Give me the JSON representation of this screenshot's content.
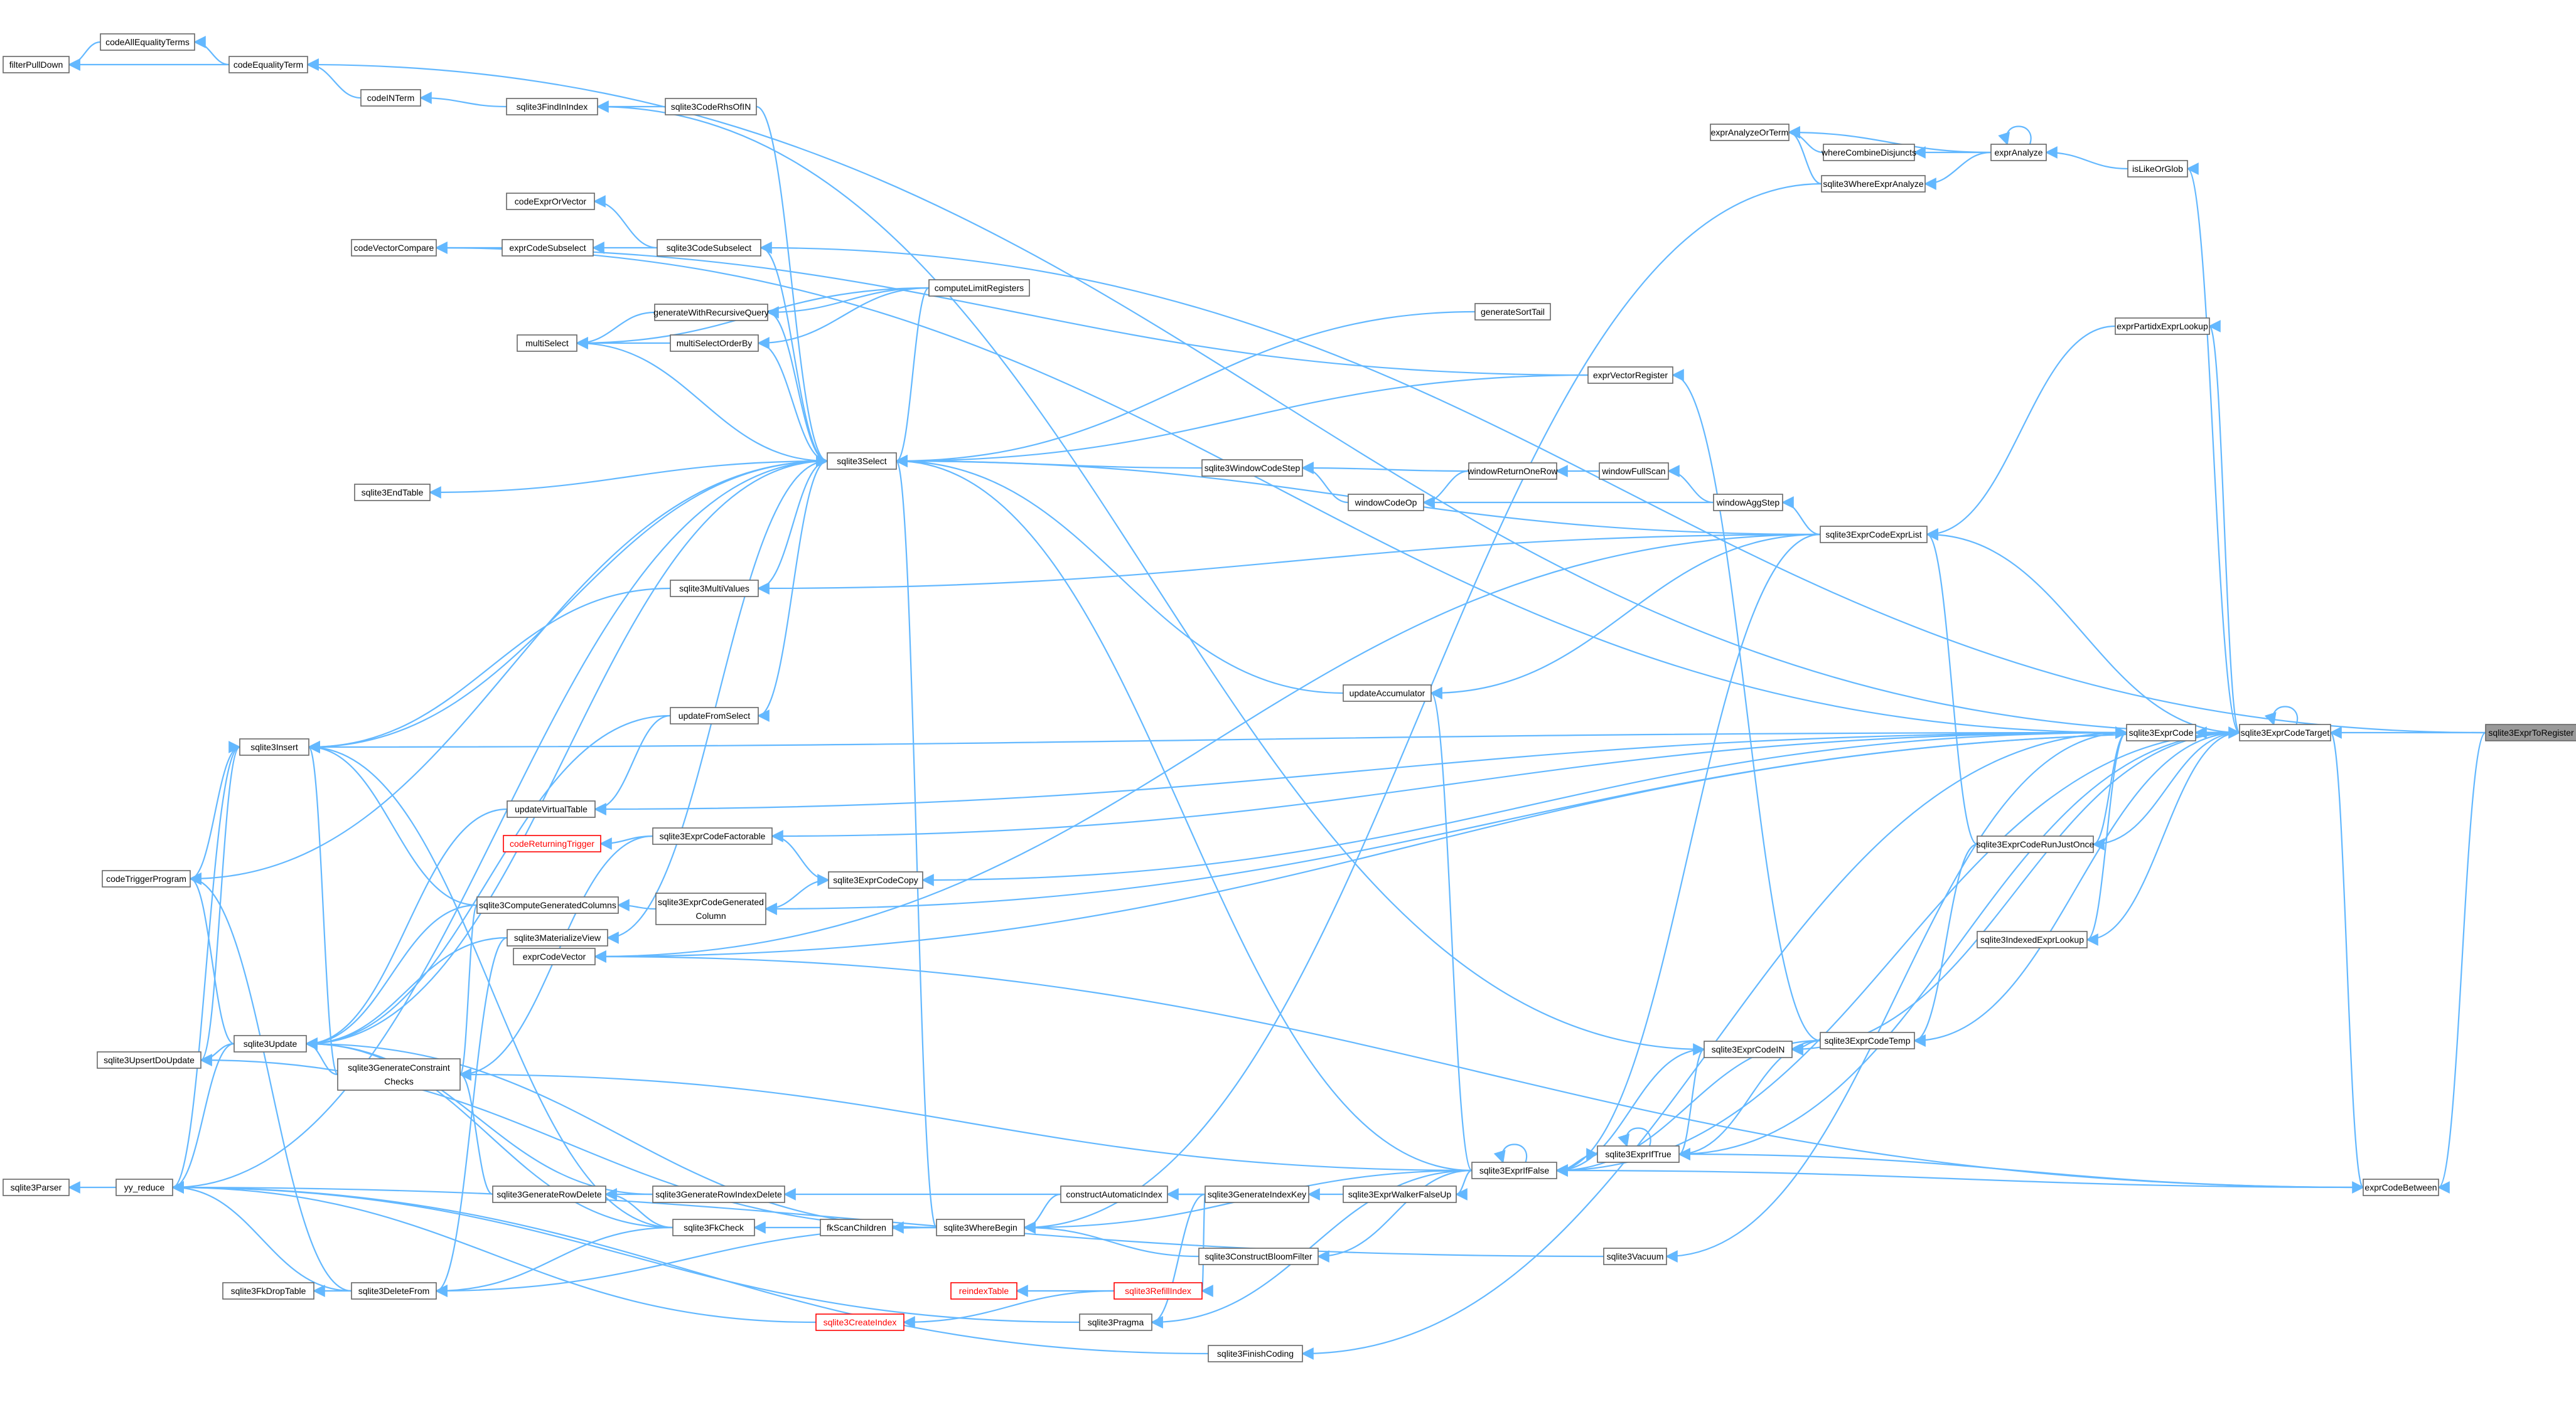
{
  "graph": {
    "colors": {
      "edge": "#63b8ff",
      "node_border": "#666666",
      "node_fill": "#ffffff",
      "root_fill": "#999999",
      "incomplete_border": "#ff0000"
    },
    "nodes": [
      {
        "id": "sqlite3ExprToRegister",
        "label": "sqlite3ExprToRegister",
        "style": "root"
      },
      {
        "id": "sqlite3ExprCodeTarget",
        "label": "sqlite3ExprCodeTarget"
      },
      {
        "id": "exprCodeBetween",
        "label": "exprCodeBetween"
      },
      {
        "id": "sqlite3ExprCode",
        "label": "sqlite3ExprCode"
      },
      {
        "id": "isLikeOrGlob",
        "label": "isLikeOrGlob"
      },
      {
        "id": "exprAnalyze",
        "label": "exprAnalyze"
      },
      {
        "id": "exprAnalyzeOrTerm",
        "label": "exprAnalyzeOrTerm"
      },
      {
        "id": "whereCombineDisjuncts",
        "label": "whereCombineDisjuncts"
      },
      {
        "id": "sqlite3WhereExprAnalyze",
        "label": "sqlite3WhereExprAnalyze"
      },
      {
        "id": "exprPartidxExprLookup",
        "label": "exprPartidxExprLookup"
      },
      {
        "id": "sqlite3ExprCodeRunJustOnce",
        "label": "sqlite3ExprCodeRunJustOnce"
      },
      {
        "id": "sqlite3IndexedExprLookup",
        "label": "sqlite3IndexedExprLookup"
      },
      {
        "id": "sqlite3ExprCodeTemp",
        "label": "sqlite3ExprCodeTemp"
      },
      {
        "id": "sqlite3ExprCodeIN",
        "label": "sqlite3ExprCodeIN"
      },
      {
        "id": "sqlite3ExprIfTrue",
        "label": "sqlite3ExprIfTrue"
      },
      {
        "id": "sqlite3ExprIfFalse",
        "label": "sqlite3ExprIfFalse"
      },
      {
        "id": "sqlite3Vacuum",
        "label": "sqlite3Vacuum"
      },
      {
        "id": "sqlite3ExprCodeExprList",
        "label": "sqlite3ExprCodeExprList"
      },
      {
        "id": "windowAggStep",
        "label": "windowAggStep"
      },
      {
        "id": "windowFullScan",
        "label": "windowFullScan"
      },
      {
        "id": "windowReturnOneRow",
        "label": "windowReturnOneRow"
      },
      {
        "id": "windowCodeOp",
        "label": "windowCodeOp"
      },
      {
        "id": "sqlite3WindowCodeStep",
        "label": "sqlite3WindowCodeStep"
      },
      {
        "id": "generateSortTail",
        "label": "generateSortTail"
      },
      {
        "id": "exprVectorRegister",
        "label": "exprVectorRegister"
      },
      {
        "id": "updateAccumulator",
        "label": "updateAccumulator"
      },
      {
        "id": "sqlite3Select",
        "label": "sqlite3Select"
      },
      {
        "id": "computeLimitRegisters",
        "label": "computeLimitRegisters"
      },
      {
        "id": "generateWithRecursiveQuery",
        "label": "generateWithRecursiveQuery"
      },
      {
        "id": "multiSelectOrderBy",
        "label": "multiSelectOrderBy"
      },
      {
        "id": "multiSelect",
        "label": "multiSelect"
      },
      {
        "id": "sqlite3CodeRhsOfIN",
        "label": "sqlite3CodeRhsOfIN"
      },
      {
        "id": "sqlite3FindInIndex",
        "label": "sqlite3FindInIndex"
      },
      {
        "id": "codeINTerm",
        "label": "codeINTerm"
      },
      {
        "id": "codeEqualityTerm",
        "label": "codeEqualityTerm"
      },
      {
        "id": "codeAllEqualityTerms",
        "label": "codeAllEqualityTerms"
      },
      {
        "id": "filterPullDown",
        "label": "filterPullDown"
      },
      {
        "id": "codeExprOrVector",
        "label": "codeExprOrVector"
      },
      {
        "id": "sqlite3CodeSubselect",
        "label": "sqlite3CodeSubselect"
      },
      {
        "id": "exprCodeSubselect",
        "label": "exprCodeSubselect"
      },
      {
        "id": "codeVectorCompare",
        "label": "codeVectorCompare"
      },
      {
        "id": "sqlite3EndTable",
        "label": "sqlite3EndTable"
      },
      {
        "id": "sqlite3MultiValues",
        "label": "sqlite3MultiValues"
      },
      {
        "id": "updateFromSelect",
        "label": "updateFromSelect"
      },
      {
        "id": "sqlite3Insert",
        "label": "sqlite3Insert"
      },
      {
        "id": "updateVirtualTable",
        "label": "updateVirtualTable"
      },
      {
        "id": "codeReturningTrigger",
        "label": "codeReturningTrigger",
        "style": "red"
      },
      {
        "id": "sqlite3ExprCodeFactorable",
        "label": "sqlite3ExprCodeFactorable"
      },
      {
        "id": "sqlite3ExprCodeCopy",
        "label": "sqlite3ExprCodeCopy"
      },
      {
        "id": "sqlite3ComputeGeneratedColumns",
        "label": "sqlite3ComputeGeneratedColumns"
      },
      {
        "id": "sqlite3ExprCodeGeneratedColumn",
        "label": "sqlite3ExprCodeGenerated",
        "label2": "Column"
      },
      {
        "id": "sqlite3MaterializeView",
        "label": "sqlite3MaterializeView"
      },
      {
        "id": "exprCodeVector",
        "label": "exprCodeVector"
      },
      {
        "id": "codeTriggerProgram",
        "label": "codeTriggerProgram"
      },
      {
        "id": "sqlite3Update",
        "label": "sqlite3Update"
      },
      {
        "id": "sqlite3UpsertDoUpdate",
        "label": "sqlite3UpsertDoUpdate"
      },
      {
        "id": "sqlite3GenerateConstraintChecks",
        "label": "sqlite3GenerateConstraint",
        "label2": "Checks"
      },
      {
        "id": "sqlite3Parser",
        "label": "sqlite3Parser"
      },
      {
        "id": "yy_reduce",
        "label": "yy_reduce"
      },
      {
        "id": "sqlite3GenerateRowDelete",
        "label": "sqlite3GenerateRowDelete"
      },
      {
        "id": "sqlite3GenerateRowIndexDelete",
        "label": "sqlite3GenerateRowIndexDelete"
      },
      {
        "id": "sqlite3FkCheck",
        "label": "sqlite3FkCheck"
      },
      {
        "id": "fkScanChildren",
        "label": "fkScanChildren"
      },
      {
        "id": "sqlite3WhereBegin",
        "label": "sqlite3WhereBegin"
      },
      {
        "id": "constructAutomaticIndex",
        "label": "constructAutomaticIndex"
      },
      {
        "id": "sqlite3GenerateIndexKey",
        "label": "sqlite3GenerateIndexKey"
      },
      {
        "id": "sqlite3ExprWalkerFalseUp",
        "label": "sqlite3ExprWalkerFalseUp"
      },
      {
        "id": "sqlite3ConstructBloomFilter",
        "label": "sqlite3ConstructBloomFilter"
      },
      {
        "id": "sqlite3DeleteFrom",
        "label": "sqlite3DeleteFrom"
      },
      {
        "id": "sqlite3FkDropTable",
        "label": "sqlite3FkDropTable"
      },
      {
        "id": "reindexTable",
        "label": "reindexTable",
        "style": "red"
      },
      {
        "id": "sqlite3RefillIndex",
        "label": "sqlite3RefillIndex",
        "style": "red"
      },
      {
        "id": "sqlite3CreateIndex",
        "label": "sqlite3CreateIndex",
        "style": "red"
      },
      {
        "id": "sqlite3Pragma",
        "label": "sqlite3Pragma"
      },
      {
        "id": "sqlite3FinishCoding",
        "label": "sqlite3FinishCoding"
      }
    ],
    "edges": [
      [
        "sqlite3ExprCodeTarget",
        "sqlite3ExprToRegister"
      ],
      [
        "exprCodeBetween",
        "sqlite3ExprToRegister"
      ],
      [
        "sqlite3CodeSubselect",
        "sqlite3ExprToRegister"
      ],
      [
        "sqlite3ExprCode",
        "sqlite3ExprCodeTarget"
      ],
      [
        "sqlite3ExprCodeTarget",
        "sqlite3ExprCodeTarget"
      ],
      [
        "exprCodeBetween",
        "sqlite3ExprCodeTarget"
      ],
      [
        "isLikeOrGlob",
        "sqlite3ExprCodeTarget"
      ],
      [
        "exprPartidxExprLookup",
        "sqlite3ExprCodeTarget"
      ],
      [
        "sqlite3ExprCodeTemp",
        "sqlite3ExprCodeTarget"
      ],
      [
        "sqlite3ExprCodeRunJustOnce",
        "sqlite3ExprCodeTarget"
      ],
      [
        "sqlite3IndexedExprLookup",
        "sqlite3ExprCodeTarget"
      ],
      [
        "sqlite3ExprCodeExprList",
        "sqlite3ExprCodeTarget"
      ],
      [
        "sqlite3ExprCodeIN",
        "sqlite3ExprCodeTarget"
      ],
      [
        "sqlite3ExprIfFalse",
        "sqlite3ExprCodeTarget"
      ],
      [
        "sqlite3ExprIfTrue",
        "sqlite3ExprCodeTarget"
      ],
      [
        "codeEqualityTerm",
        "sqlite3ExprCodeTarget"
      ],
      [
        "sqlite3ExprCodeGeneratedColumn",
        "sqlite3ExprCodeTarget"
      ],
      [
        "exprCodeVector",
        "sqlite3ExprCodeTarget"
      ],
      [
        "sqlite3ExprCodeTarget",
        "sqlite3ExprCode"
      ],
      [
        "sqlite3ExprIfTrue",
        "exprCodeBetween"
      ],
      [
        "sqlite3ExprIfFalse",
        "exprCodeBetween"
      ],
      [
        "exprCodeVector",
        "exprCodeBetween"
      ],
      [
        "exprAnalyze",
        "isLikeOrGlob"
      ],
      [
        "exprAnalyze",
        "exprAnalyze"
      ],
      [
        "exprAnalyzeOrTerm",
        "exprAnalyze"
      ],
      [
        "whereCombineDisjuncts",
        "exprAnalyze"
      ],
      [
        "sqlite3WhereExprAnalyze",
        "exprAnalyze"
      ],
      [
        "exprAnalyzeOrTerm",
        "whereCombineDisjuncts"
      ],
      [
        "exprAnalyzeOrTerm",
        "sqlite3WhereExprAnalyze"
      ],
      [
        "sqlite3WhereBegin",
        "sqlite3WhereExprAnalyze"
      ],
      [
        "sqlite3ExprCodeExprList",
        "exprPartidxExprLookup"
      ],
      [
        "sqlite3ExprCodeTemp",
        "sqlite3ExprCodeRunJustOnce"
      ],
      [
        "sqlite3ExprCodeExprList",
        "sqlite3ExprCodeRunJustOnce"
      ],
      [
        "sqlite3ExprCode",
        "sqlite3ExprCodeRunJustOnce"
      ],
      [
        "sqlite3ExprCode",
        "sqlite3IndexedExprLookup"
      ],
      [
        "sqlite3ExprCodeIN",
        "sqlite3ExprCodeTemp"
      ],
      [
        "sqlite3ExprIfTrue",
        "sqlite3ExprCodeTemp"
      ],
      [
        "sqlite3ExprIfFalse",
        "sqlite3ExprCodeTemp"
      ],
      [
        "exprVectorRegister",
        "sqlite3ExprCodeTemp"
      ],
      [
        "sqlite3ExprIfTrue",
        "sqlite3ExprCodeIN"
      ],
      [
        "sqlite3ExprIfFalse",
        "sqlite3ExprCodeIN"
      ],
      [
        "sqlite3ExprIfTrue",
        "sqlite3ExprIfTrue"
      ],
      [
        "sqlite3ExprIfFalse",
        "sqlite3ExprIfTrue"
      ],
      [
        "sqlite3ExprIfTrue",
        "sqlite3ExprIfFalse"
      ],
      [
        "sqlite3ExprIfFalse",
        "sqlite3ExprIfFalse"
      ],
      [
        "sqlite3Vacuum",
        "sqlite3ExprCode"
      ],
      [
        "sqlite3WhereBegin",
        "sqlite3ExprIfFalse"
      ],
      [
        "sqlite3ExprWalkerFalseUp",
        "sqlite3ExprIfFalse"
      ],
      [
        "sqlite3ConstructBloomFilter",
        "sqlite3ExprIfFalse"
      ],
      [
        "sqlite3GenerateConstraintChecks",
        "sqlite3ExprIfFalse"
      ],
      [
        "updateAccumulator",
        "sqlite3ExprIfFalse"
      ],
      [
        "sqlite3Select",
        "sqlite3ExprIfFalse"
      ],
      [
        "sqlite3Pragma",
        "sqlite3ExprIfFalse"
      ],
      [
        "sqlite3ExprIfFalse",
        "sqlite3ExprCodeExprList"
      ],
      [
        "windowAggStep",
        "sqlite3ExprCodeExprList"
      ],
      [
        "updateAccumulator",
        "sqlite3ExprCodeExprList"
      ],
      [
        "sqlite3Select",
        "sqlite3ExprCodeExprList"
      ],
      [
        "sqlite3MultiValues",
        "sqlite3ExprCodeExprList"
      ],
      [
        "windowFullScan",
        "windowAggStep"
      ],
      [
        "windowCodeOp",
        "windowAggStep"
      ],
      [
        "windowReturnOneRow",
        "windowFullScan"
      ],
      [
        "windowCodeOp",
        "windowReturnOneRow"
      ],
      [
        "sqlite3WindowCodeStep",
        "windowReturnOneRow"
      ],
      [
        "sqlite3WindowCodeStep",
        "windowCodeOp"
      ],
      [
        "sqlite3Select",
        "sqlite3WindowCodeStep"
      ],
      [
        "sqlite3Select",
        "generateSortTail"
      ],
      [
        "codeVectorCompare",
        "exprVectorRegister"
      ],
      [
        "sqlite3Select",
        "exprVectorRegister"
      ],
      [
        "sqlite3Select",
        "updateAccumulator"
      ],
      [
        "sqlite3Select",
        "computeLimitRegisters"
      ],
      [
        "generateWithRecursiveQuery",
        "computeLimitRegisters"
      ],
      [
        "multiSelectOrderBy",
        "computeLimitRegisters"
      ],
      [
        "multiSelect",
        "computeLimitRegisters"
      ],
      [
        "sqlite3Select",
        "generateWithRecursiveQuery"
      ],
      [
        "multiSelect",
        "generateWithRecursiveQuery"
      ],
      [
        "sqlite3Select",
        "multiSelectOrderBy"
      ],
      [
        "multiSelect",
        "multiSelectOrderBy"
      ],
      [
        "sqlite3Select",
        "multiSelect"
      ],
      [
        "sqlite3Select",
        "sqlite3CodeRhsOfIN"
      ],
      [
        "sqlite3FindInIndex",
        "sqlite3CodeRhsOfIN"
      ],
      [
        "codeINTerm",
        "sqlite3FindInIndex"
      ],
      [
        "sqlite3ExprCodeIN",
        "sqlite3FindInIndex"
      ],
      [
        "codeEqualityTerm",
        "codeINTerm"
      ],
      [
        "codeAllEqualityTerms",
        "codeEqualityTerm"
      ],
      [
        "filterPullDown",
        "codeEqualityTerm"
      ],
      [
        "filterPullDown",
        "codeAllEqualityTerms"
      ],
      [
        "codeExprOrVector",
        "sqlite3CodeSubselect"
      ],
      [
        "exprCodeSubselect",
        "sqlite3CodeSubselect"
      ],
      [
        "sqlite3Select",
        "sqlite3CodeSubselect"
      ],
      [
        "codeVectorCompare",
        "exprCodeSubselect"
      ],
      [
        "sqlite3ExprCode",
        "codeVectorCompare"
      ],
      [
        "sqlite3EndTable",
        "sqlite3Select"
      ],
      [
        "sqlite3MultiValues",
        "sqlite3Select"
      ],
      [
        "updateFromSelect",
        "sqlite3Select"
      ],
      [
        "sqlite3Insert",
        "sqlite3Select"
      ],
      [
        "sqlite3Update",
        "sqlite3Select"
      ],
      [
        "codeTriggerProgram",
        "sqlite3Select"
      ],
      [
        "yy_reduce",
        "sqlite3Select"
      ],
      [
        "sqlite3MaterializeView",
        "sqlite3Select"
      ],
      [
        "sqlite3Insert",
        "sqlite3MultiValues"
      ],
      [
        "updateVirtualTable",
        "updateFromSelect"
      ],
      [
        "sqlite3Update",
        "updateFromSelect"
      ],
      [
        "codeTriggerProgram",
        "sqlite3Insert"
      ],
      [
        "yy_reduce",
        "sqlite3Insert"
      ],
      [
        "sqlite3Insert",
        "sqlite3ExprCode"
      ],
      [
        "sqlite3Update",
        "updateVirtualTable"
      ],
      [
        "updateVirtualTable",
        "sqlite3ExprCode"
      ],
      [
        "codeReturningTrigger",
        "sqlite3ExprCodeFactorable"
      ],
      [
        "sqlite3GenerateConstraintChecks",
        "sqlite3ExprCodeFactorable"
      ],
      [
        "sqlite3ExprCodeFactorable",
        "sqlite3ExprCode"
      ],
      [
        "sqlite3ExprCodeCopy",
        "sqlite3ExprCode"
      ],
      [
        "sqlite3ComputeGeneratedColumns",
        "sqlite3ExprCodeGeneratedColumn"
      ],
      [
        "sqlite3Insert",
        "sqlite3ComputeGeneratedColumns"
      ],
      [
        "sqlite3Update",
        "sqlite3ComputeGeneratedColumns"
      ],
      [
        "sqlite3GenerateConstraintChecks",
        "sqlite3ComputeGeneratedColumns"
      ],
      [
        "sqlite3Update",
        "sqlite3MaterializeView"
      ],
      [
        "sqlite3DeleteFrom",
        "sqlite3MaterializeView"
      ],
      [
        "exprCodeVector",
        "sqlite3ExprCodeExprList"
      ],
      [
        "codeTriggerProgram",
        "sqlite3Update"
      ],
      [
        "yy_reduce",
        "sqlite3Update"
      ],
      [
        "sqlite3UpsertDoUpdate",
        "sqlite3Update"
      ],
      [
        "sqlite3Insert",
        "sqlite3UpsertDoUpdate"
      ],
      [
        "sqlite3Insert",
        "sqlite3GenerateConstraintChecks"
      ],
      [
        "sqlite3Update",
        "sqlite3GenerateConstraintChecks"
      ],
      [
        "sqlite3Parser",
        "yy_reduce"
      ],
      [
        "sqlite3GenerateRowDelete",
        "sqlite3GenerateRowIndexDelete"
      ],
      [
        "sqlite3GenerateConstraintChecks",
        "sqlite3GenerateRowDelete"
      ],
      [
        "sqlite3Update",
        "sqlite3GenerateRowIndexDelete"
      ],
      [
        "sqlite3GenerateRowIndexDelete",
        "sqlite3GenerateIndexKey"
      ],
      [
        "sqlite3Update",
        "sqlite3FkCheck"
      ],
      [
        "sqlite3Insert",
        "sqlite3FkCheck"
      ],
      [
        "sqlite3DeleteFrom",
        "sqlite3FkCheck"
      ],
      [
        "sqlite3GenerateRowDelete",
        "sqlite3FkCheck"
      ],
      [
        "sqlite3FkCheck",
        "fkScanChildren"
      ],
      [
        "fkScanChildren",
        "sqlite3WhereBegin"
      ],
      [
        "sqlite3Select",
        "sqlite3WhereBegin"
      ],
      [
        "sqlite3Update",
        "sqlite3WhereBegin"
      ],
      [
        "sqlite3DeleteFrom",
        "sqlite3WhereBegin"
      ],
      [
        "sqlite3UpsertDoUpdate",
        "sqlite3WhereBegin"
      ],
      [
        "sqlite3WhereBegin",
        "constructAutomaticIndex"
      ],
      [
        "constructAutomaticIndex",
        "sqlite3GenerateIndexKey"
      ],
      [
        "sqlite3GenerateIndexKey",
        "sqlite3ExprWalkerFalseUp"
      ],
      [
        "sqlite3WhereBegin",
        "sqlite3ConstructBloomFilter"
      ],
      [
        "yy_reduce",
        "sqlite3DeleteFrom"
      ],
      [
        "sqlite3FkDropTable",
        "sqlite3DeleteFrom"
      ],
      [
        "codeTriggerProgram",
        "sqlite3DeleteFrom"
      ],
      [
        "reindexTable",
        "sqlite3RefillIndex"
      ],
      [
        "sqlite3RefillIndex",
        "sqlite3GenerateIndexKey"
      ],
      [
        "sqlite3CreateIndex",
        "sqlite3RefillIndex"
      ],
      [
        "yy_reduce",
        "sqlite3CreateIndex"
      ],
      [
        "sqlite3Pragma",
        "sqlite3GenerateIndexKey"
      ],
      [
        "yy_reduce",
        "sqlite3Pragma"
      ],
      [
        "sqlite3FinishCoding",
        "sqlite3ExprCode"
      ],
      [
        "yy_reduce",
        "sqlite3FinishCoding"
      ],
      [
        "yy_reduce",
        "sqlite3Vacuum"
      ],
      [
        "sqlite3ExprCodeCopy",
        "sqlite3ExprCodeFactorable"
      ],
      [
        "sqlite3ExprCodeGeneratedColumn",
        "sqlite3ExprCodeCopy"
      ]
    ]
  }
}
